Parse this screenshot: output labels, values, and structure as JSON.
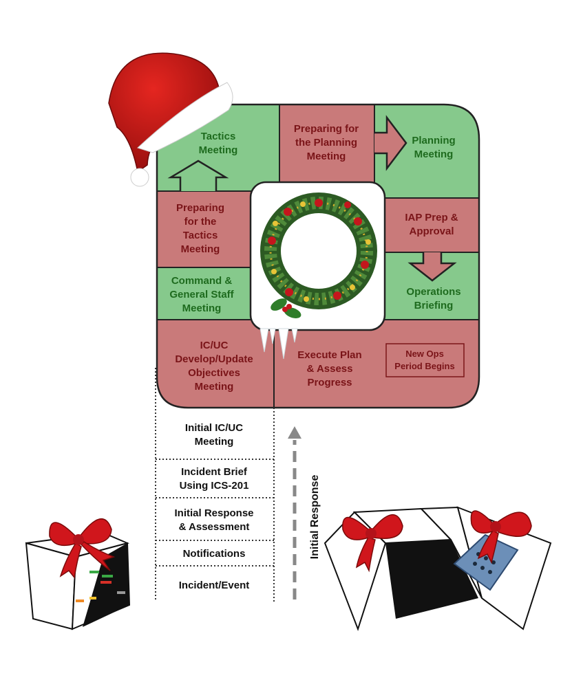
{
  "colors": {
    "green_fill": "#86c98c",
    "red_fill": "#c97a7a",
    "green_text": "#1e6b1e",
    "red_text": "#7a1418",
    "outline": "#222222",
    "arrow_gray": "#888888"
  },
  "cycle": {
    "tactics_meeting": [
      "Tactics",
      "Meeting"
    ],
    "preparing_planning": [
      "Preparing for",
      "the Planning",
      "Meeting"
    ],
    "planning_meeting": [
      "Planning",
      "Meeting"
    ],
    "preparing_tactics": [
      "Preparing",
      "for the",
      "Tactics",
      "Meeting"
    ],
    "iap_prep": [
      "IAP Prep &",
      "Approval"
    ],
    "command_staff": [
      "Command &",
      "General Staff",
      "Meeting"
    ],
    "operations_briefing": [
      "Operations",
      "Briefing"
    ],
    "icuc_objectives": [
      "IC/UC",
      "Develop/Update",
      "Objectives",
      "Meeting"
    ],
    "execute_plan": [
      "Execute Plan",
      "& Assess",
      "Progress"
    ],
    "new_ops_period": [
      "New Ops",
      "Period Begins"
    ]
  },
  "initial_steps": [
    [
      "Initial IC/UC",
      "Meeting"
    ],
    [
      "Incident Brief",
      "Using ICS-201"
    ],
    [
      "Initial Response",
      "& Assessment"
    ],
    [
      "Notifications"
    ],
    [
      "Incident/Event"
    ]
  ],
  "initial_response_label": "Initial Response",
  "icons": {
    "center": "wreath-icon",
    "hat": "santa-hat-icon",
    "gift_left": "gift-box-icon",
    "gift_right": "gift-box-icon"
  }
}
